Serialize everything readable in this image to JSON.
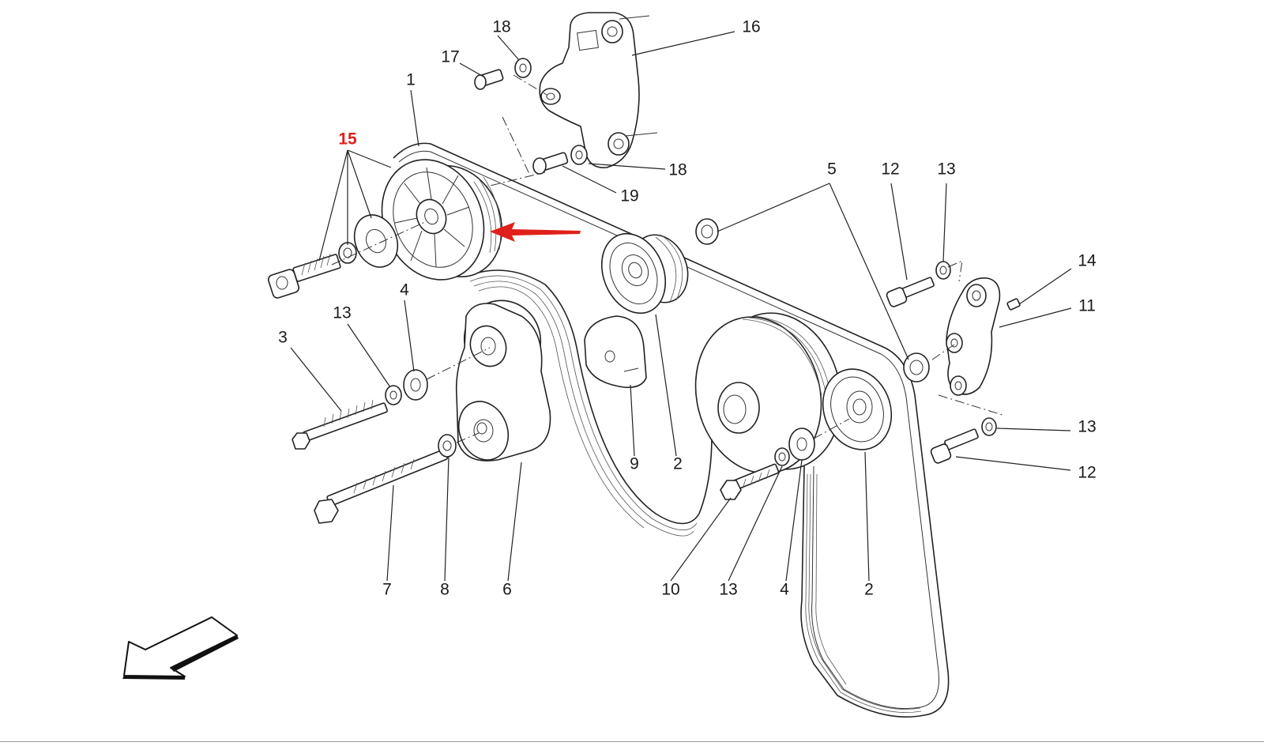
{
  "diagram": {
    "callouts": [
      {
        "id": "c1",
        "text": "1"
      },
      {
        "id": "c2a",
        "text": "2"
      },
      {
        "id": "c2b",
        "text": "2"
      },
      {
        "id": "c3",
        "text": "3"
      },
      {
        "id": "c4a",
        "text": "4"
      },
      {
        "id": "c4b",
        "text": "4"
      },
      {
        "id": "c5",
        "text": "5"
      },
      {
        "id": "c6",
        "text": "6"
      },
      {
        "id": "c7",
        "text": "7"
      },
      {
        "id": "c8",
        "text": "8"
      },
      {
        "id": "c9",
        "text": "9"
      },
      {
        "id": "c10",
        "text": "10"
      },
      {
        "id": "c11",
        "text": "11"
      },
      {
        "id": "c12a",
        "text": "12"
      },
      {
        "id": "c12b",
        "text": "12"
      },
      {
        "id": "c13a",
        "text": "13"
      },
      {
        "id": "c13b",
        "text": "13"
      },
      {
        "id": "c13c",
        "text": "13"
      },
      {
        "id": "c13d",
        "text": "13"
      },
      {
        "id": "c14",
        "text": "14"
      },
      {
        "id": "c15",
        "text": "15",
        "highlighted": true
      },
      {
        "id": "c16",
        "text": "16"
      },
      {
        "id": "c17",
        "text": "17"
      },
      {
        "id": "c18a",
        "text": "18"
      },
      {
        "id": "c18b",
        "text": "18"
      },
      {
        "id": "c19",
        "text": "19"
      }
    ],
    "colors": {
      "line": "#222222",
      "highlight": "#e0201b",
      "background": "#ffffff"
    },
    "icons": {
      "pointer": "red-arrow-icon",
      "orientation": "direction-arrow-icon"
    }
  }
}
